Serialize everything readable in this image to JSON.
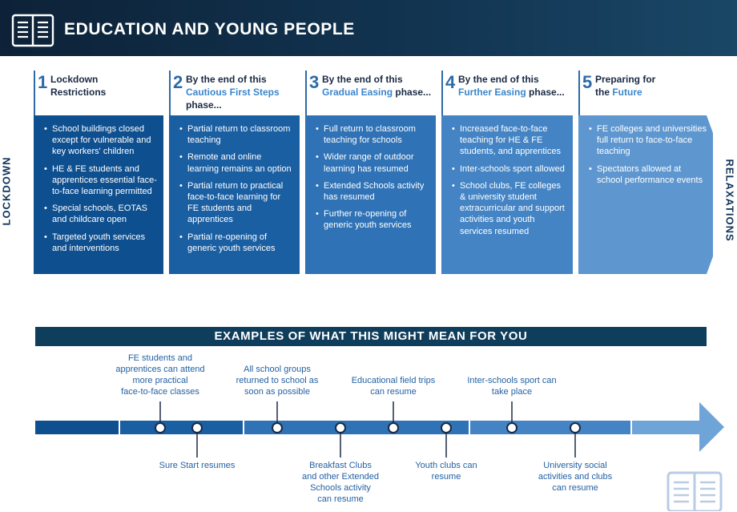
{
  "header": {
    "title": "EDUCATION AND YOUNG PEOPLE",
    "icon": "book-icon"
  },
  "side_labels": {
    "left": "LOCKDOWN",
    "right": "RELAXATIONS"
  },
  "phases": [
    {
      "number": "1",
      "heading_lines": [
        "Lockdown",
        "Restrictions"
      ],
      "items": [
        "School buildings closed except for vulnerable and key workers' children",
        "HE & FE students and apprentices essential face-to-face learning permitted",
        "Special schools, EOTAS and childcare open",
        "Targeted youth services and interventions"
      ]
    },
    {
      "number": "2",
      "heading_pre": "By the end of this",
      "heading_highlight": "Cautious First Steps",
      "heading_post": "phase...",
      "items": [
        "Partial return to classroom teaching",
        "Remote and online learning remains an option",
        "Partial return to practical face-to-face learning for FE students and apprentices",
        "Partial re-opening of generic youth services"
      ]
    },
    {
      "number": "3",
      "heading_pre": "By the end of this",
      "heading_highlight": "Gradual Easing",
      "heading_post": "phase...",
      "items": [
        "Full return to classroom teaching for schools",
        "Wider range of outdoor learning has resumed",
        "Extended Schools activity has resumed",
        "Further re-opening of generic youth services"
      ]
    },
    {
      "number": "4",
      "heading_pre": "By the end of this",
      "heading_highlight": "Further Easing",
      "heading_post": "phase...",
      "items": [
        "Increased face-to-face teaching for HE & FE students, and apprentices",
        "Inter-schools sport allowed",
        "School clubs, FE colleges & university student extracurricular and support activities and youth services resumed"
      ]
    },
    {
      "number": "5",
      "heading_pre": "Preparing for",
      "heading_the": "the",
      "heading_highlight": "Future",
      "items": [
        "FE colleges and universities full return to face-to-face teaching",
        "Spectators allowed at school performance events"
      ]
    }
  ],
  "examples": {
    "title": "EXAMPLES OF WHAT THIS MIGHT MEAN FOR YOU",
    "above": [
      {
        "lines": [
          "FE students and",
          "apprentices can attend",
          "more practical",
          "face-to-face classes"
        ]
      },
      {
        "lines": [
          "All school groups",
          "returned to school as",
          "soon as possible"
        ]
      },
      {
        "lines": [
          "Educational field trips",
          "can resume"
        ]
      },
      {
        "lines": [
          "Inter-schools sport can",
          "take place"
        ]
      }
    ],
    "below": [
      {
        "lines": [
          "Sure Start resumes"
        ]
      },
      {
        "lines": [
          "Breakfast Clubs",
          "and other Extended",
          "Schools activity",
          "can resume"
        ]
      },
      {
        "lines": [
          "Youth clubs can",
          "resume"
        ]
      },
      {
        "lines": [
          "University social",
          "activities and clubs",
          "can resume"
        ]
      }
    ]
  },
  "colors": {
    "phase1": "#0e4f8f",
    "phase2": "#1b5fa3",
    "phase3": "#2f72b6",
    "phase4": "#4484c4",
    "phase5": "#5e97d0",
    "header_bg": "#0f2a44",
    "highlight_text": "#3a86cc",
    "example_text": "#2461a3"
  }
}
